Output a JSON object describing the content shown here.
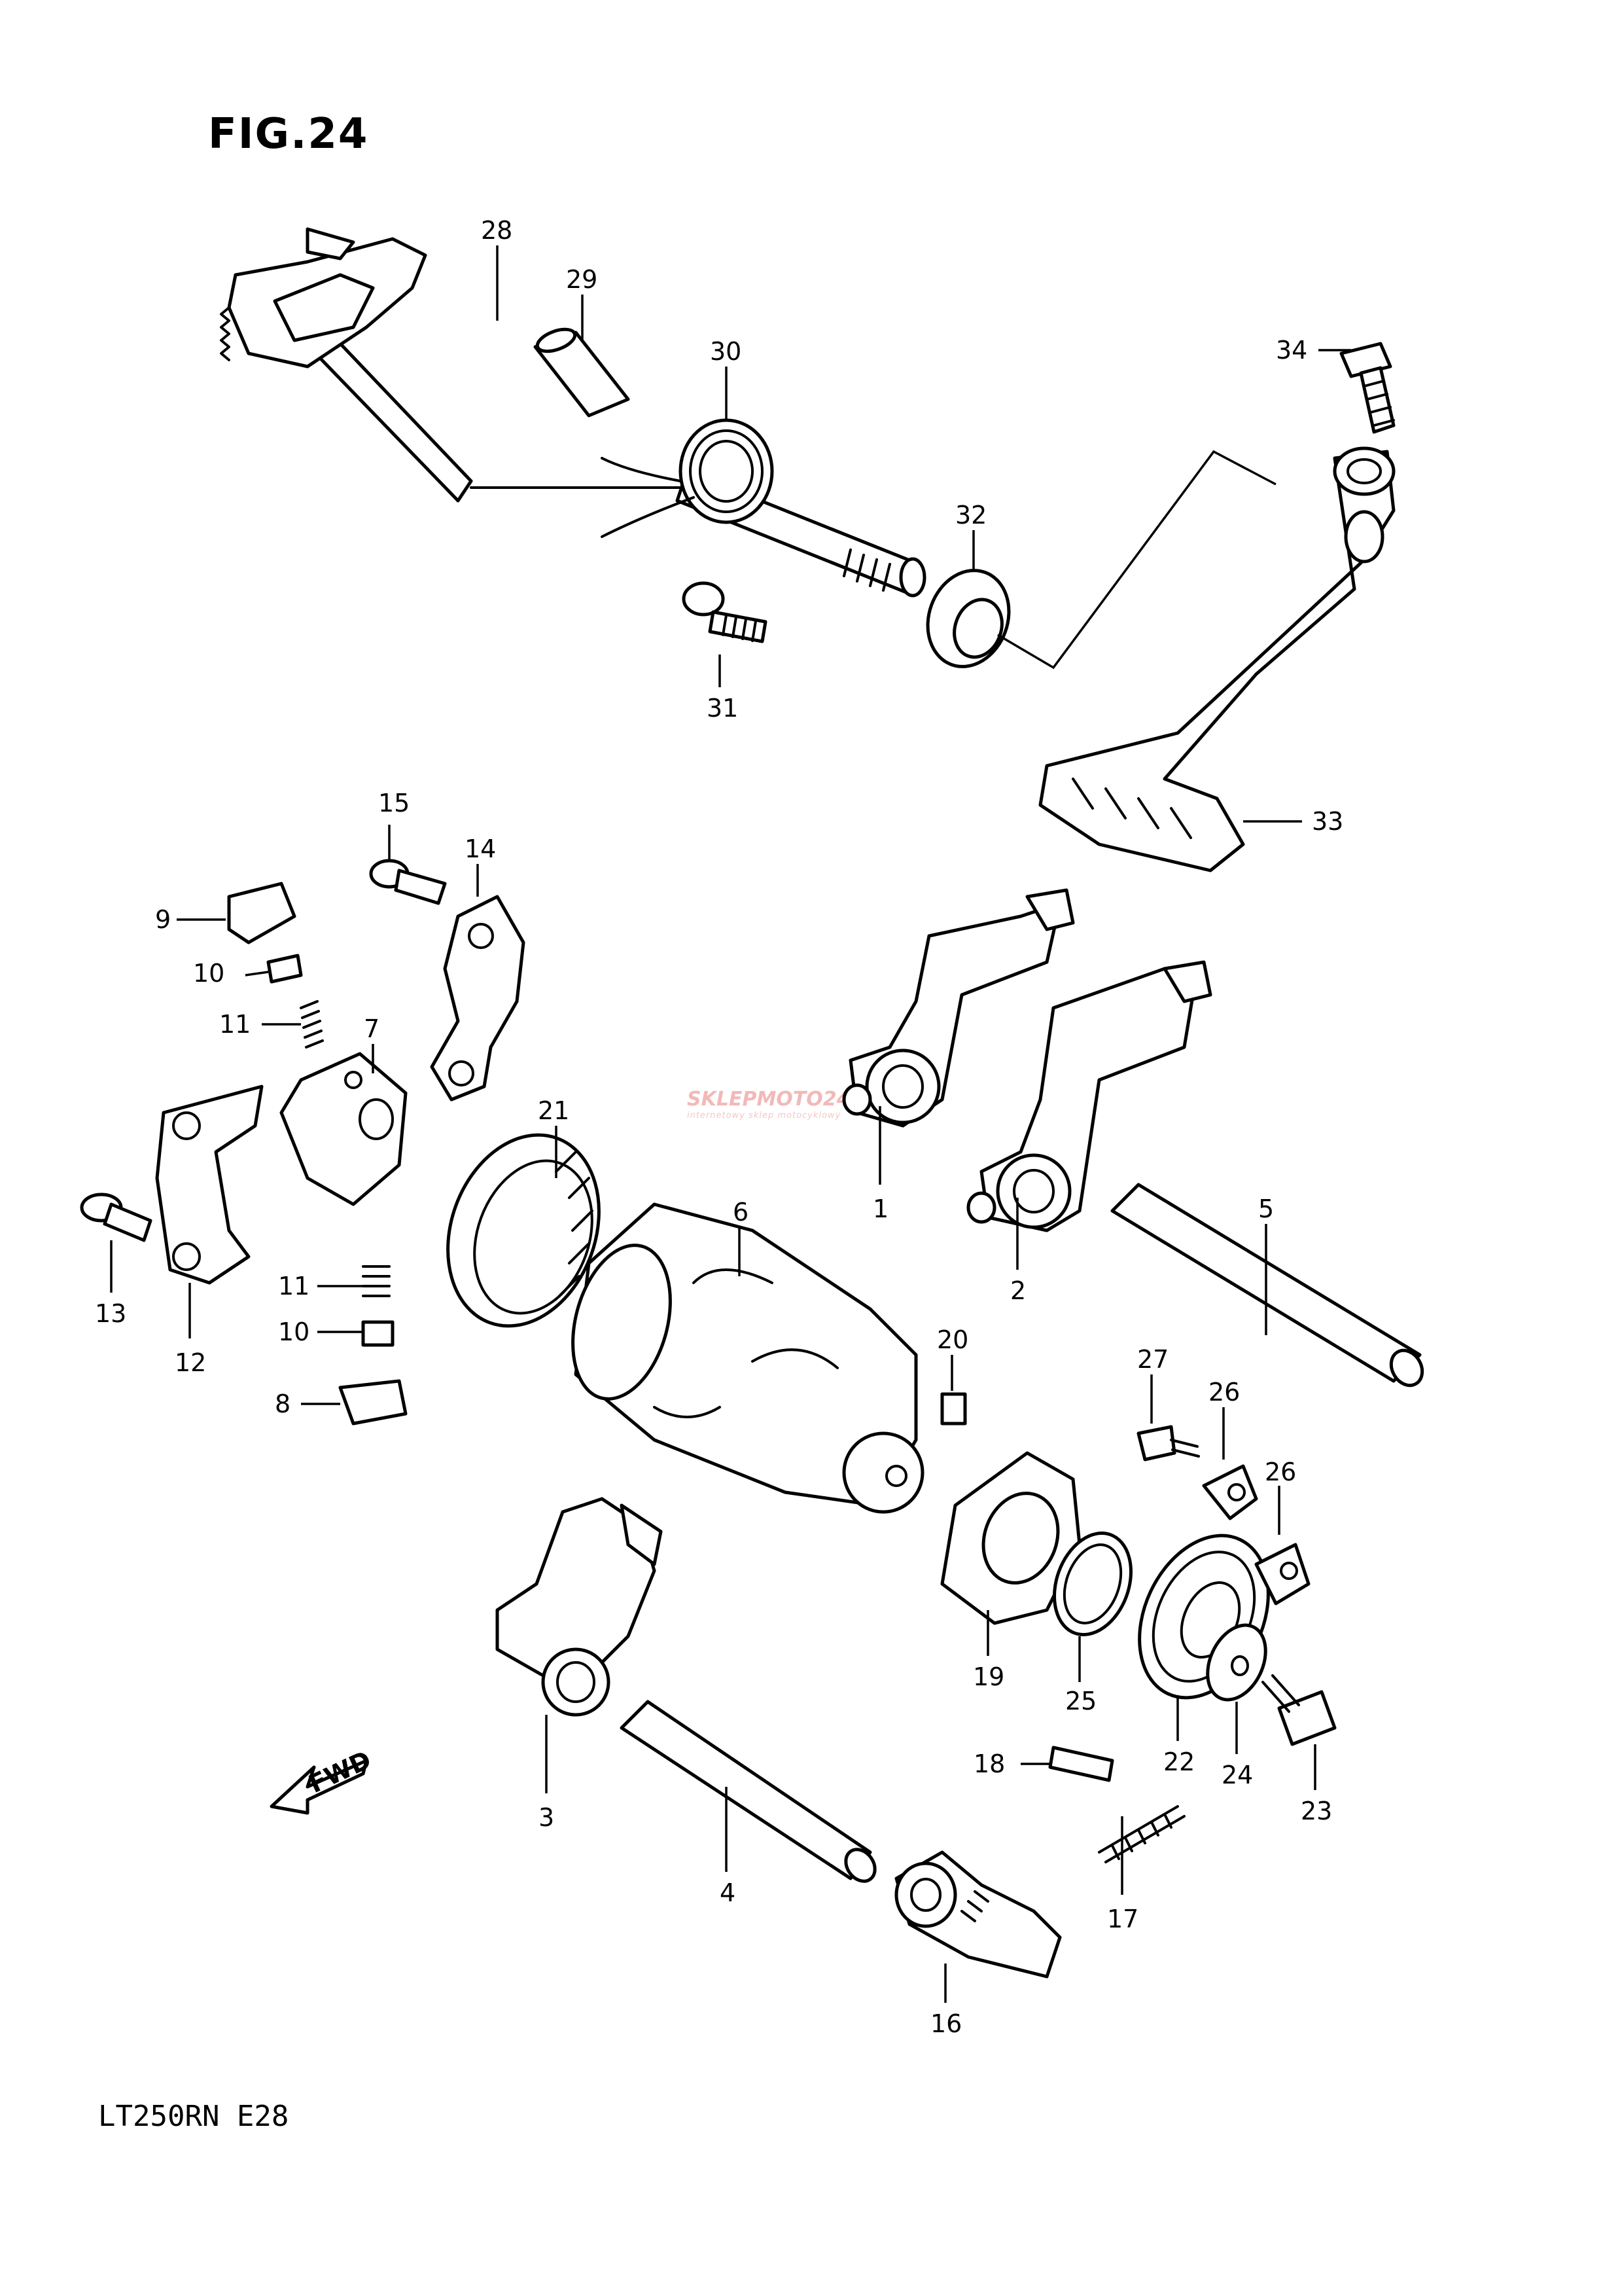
{
  "figure": {
    "title": "FIG.24",
    "model": "LT250RN  E28",
    "watermark": "SKLEPMOTO24.PL",
    "watermark_sub": "internetowy sklep motocyklowy",
    "fwd_label": "FWD"
  },
  "callouts": {
    "p1": "1",
    "p2": "2",
    "p3": "3",
    "p4": "4",
    "p5": "5",
    "p6": "6",
    "p7": "7",
    "p8": "8",
    "p9": "9",
    "p10a": "10",
    "p10b": "10",
    "p11a": "11",
    "p11b": "11",
    "p12": "12",
    "p13": "13",
    "p14": "14",
    "p15": "15",
    "p16": "16",
    "p17": "17",
    "p18": "18",
    "p19": "19",
    "p20": "20",
    "p21": "21",
    "p22": "22",
    "p23": "23",
    "p24": "24",
    "p25": "25",
    "p26a": "26",
    "p26b": "26",
    "p27": "27",
    "p28": "28",
    "p29": "29",
    "p30": "30",
    "p31": "31",
    "p32": "32",
    "p33": "33",
    "p34": "34"
  }
}
